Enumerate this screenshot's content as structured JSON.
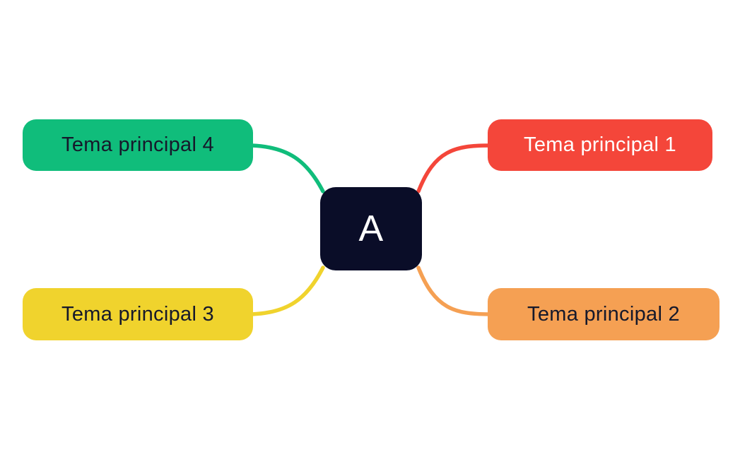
{
  "diagram": {
    "type": "mindmap",
    "background": "#ffffff"
  },
  "root": {
    "label": "A",
    "bg": "#0a0d28",
    "text_color": "#ffffff"
  },
  "topics": [
    {
      "label": "Tema principal 1",
      "bg": "#f4463a",
      "text_color": "#ffffff",
      "position": "top-right"
    },
    {
      "label": "Tema principal 2",
      "bg": "#f5a053",
      "text_color": "#16192b",
      "position": "bottom-right"
    },
    {
      "label": "Tema principal 3",
      "bg": "#f0d32d",
      "text_color": "#16192b",
      "position": "bottom-left"
    },
    {
      "label": "Tema principal 4",
      "bg": "#10bd7b",
      "text_color": "#16192b",
      "position": "top-left"
    }
  ]
}
